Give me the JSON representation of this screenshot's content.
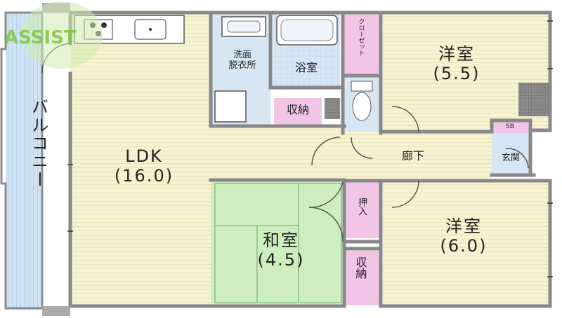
{
  "rooms": {
    "balcony": "バルコニー",
    "ldk": {
      "name": "LDK",
      "size": "(16.0)"
    },
    "washroom": {
      "line1": "洗面",
      "line2": "脱衣所"
    },
    "bath": "浴室",
    "closet": "クローゼット",
    "western1": {
      "name": "洋室",
      "size": "(5.5)"
    },
    "storage1": "収納",
    "sb": "SB",
    "entrance": "玄関",
    "hallway": "廊下",
    "japanese": {
      "name": "和室",
      "size": "(4.5)"
    },
    "oshiire": "押入",
    "storage2": "収納",
    "western2": {
      "name": "洋室",
      "size": "(6.0)"
    }
  },
  "logo": {
    "text": "ASSIST"
  },
  "colors": {
    "floor": "#f6f2d2",
    "wet": "#cce0f0",
    "closet": "#f2c4e6",
    "tatami": "#cfeec0",
    "wall": "#888888",
    "logo": "#7cc23a"
  },
  "icons": [
    "stove-icon",
    "sink-icon",
    "toilet-icon",
    "bathtub-icon",
    "washbasin-icon",
    "washer-icon"
  ]
}
